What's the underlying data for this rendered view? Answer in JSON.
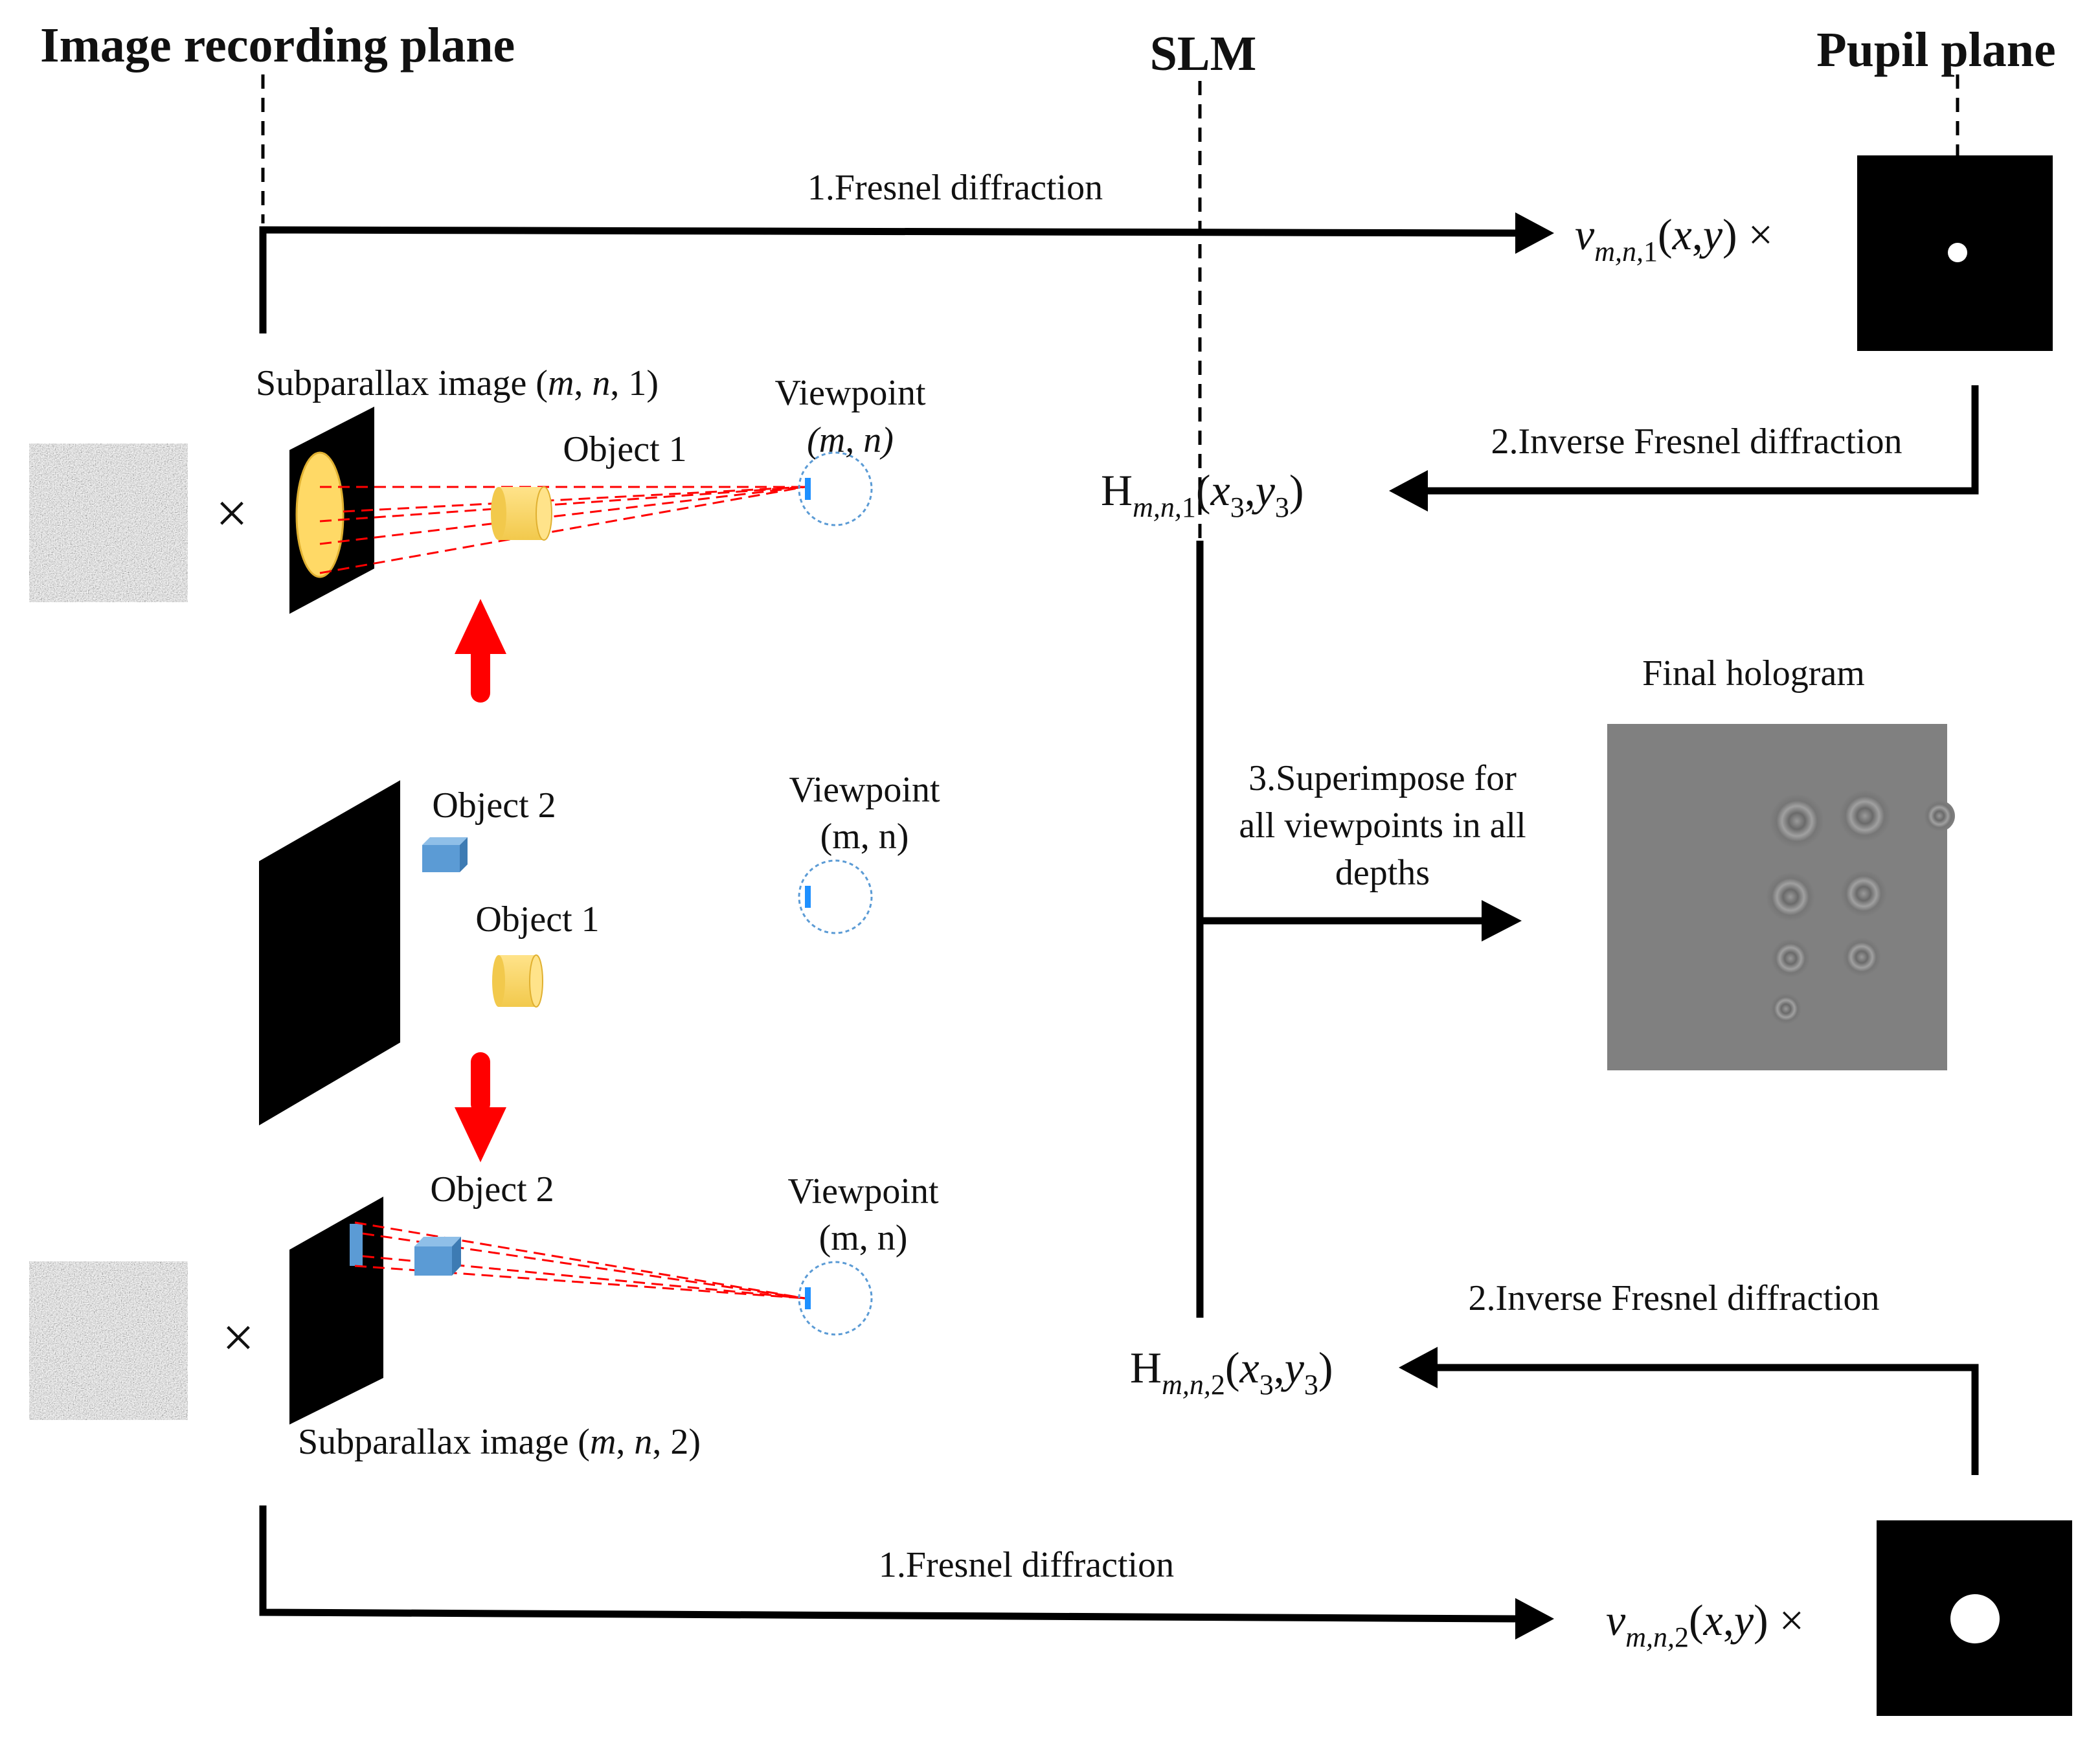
{
  "planes": {
    "image_recording": "Image recording plane",
    "slm": "SLM",
    "pupil": "Pupil plane"
  },
  "steps": {
    "fresnel_1": "1.Fresnel diffraction",
    "fresnel_2": "1.Fresnel diffraction",
    "inverse_1": "2.Inverse Fresnel diffraction",
    "inverse_2": "2.Inverse Fresnel diffraction",
    "superimpose": [
      "3.Superimpose for",
      "all viewpoints in all",
      "depths"
    ]
  },
  "labels": {
    "subparallax_1": "Subparallax image (m, n, 1)",
    "subparallax_2": "Subparallax image (m, n, 2)",
    "object1_top": "Object 1",
    "object2_mid": "Object 2",
    "object1_mid": "Object 1",
    "object2_bottom": "Object 2",
    "viewpoint_top": "Viewpoint",
    "viewpoint_top_coord": "(m, n)",
    "viewpoint_mid": "Viewpoint",
    "viewpoint_mid_coord": "(m, n)",
    "viewpoint_bottom": "Viewpoint",
    "viewpoint_bottom_coord": "(m, n)",
    "final_hologram": "Final hologram"
  },
  "equations": {
    "v1": "v_{m,n,1}(x,y) ×",
    "v2": "v_{m,n,2}(x,y) ×",
    "h1": "H_{m,n,1}(x3,y3)",
    "h2": "H_{m,n,2}(x3,y3)"
  },
  "multiply_symbol": "×",
  "colors": {
    "arrow": "#000000",
    "red_arrow": "#ff0000",
    "object1": "#ffd966",
    "object2": "#5b9bd5",
    "ray": "#ff0000",
    "hologram_bg": "#808080",
    "viewpoint_circle": "#5b9bd5"
  }
}
